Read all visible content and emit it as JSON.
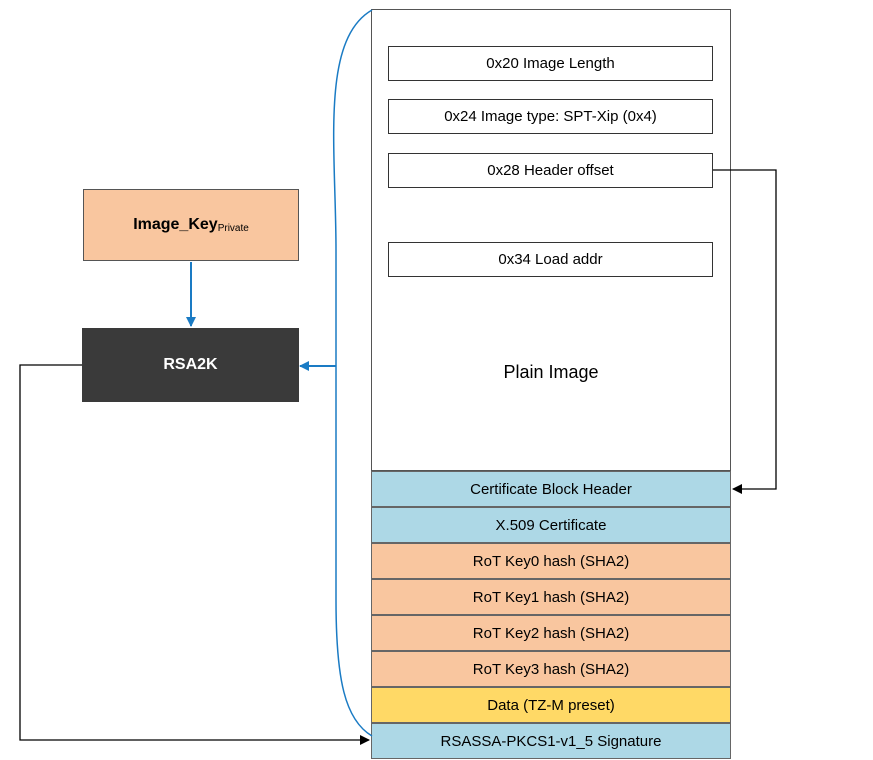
{
  "image_layout": {
    "fields": [
      {
        "label": "0x20 Image Length"
      },
      {
        "label": "0x24 Image type: SPT-Xip (0x4)"
      },
      {
        "label": "0x28 Header offset"
      },
      {
        "label": "0x34 Load addr"
      }
    ],
    "plain_image_label": "Plain Image",
    "certificate_rows": [
      {
        "label": "Certificate Block Header"
      },
      {
        "label": "X.509 Certificate"
      },
      {
        "label": "RoT Key0 hash (SHA2)"
      },
      {
        "label": "RoT Key1 hash (SHA2)"
      },
      {
        "label": "RoT Key2 hash (SHA2)"
      },
      {
        "label": "RoT Key3 hash (SHA2)"
      },
      {
        "label": "Data (TZ-M preset)"
      },
      {
        "label": "RSASSA-PKCS1-v1_5 Signature"
      }
    ]
  },
  "key_box": {
    "main": "Image_Key",
    "sub": "Private"
  },
  "rsa_box": {
    "label": "RSA2K"
  },
  "colors": {
    "blue_row": "#add8e6",
    "orange_row": "#f9c69f",
    "yellow_row": "#ffd966",
    "rsa_box": "#3a3a3a",
    "brace_arrow": "#1a7bc4"
  }
}
